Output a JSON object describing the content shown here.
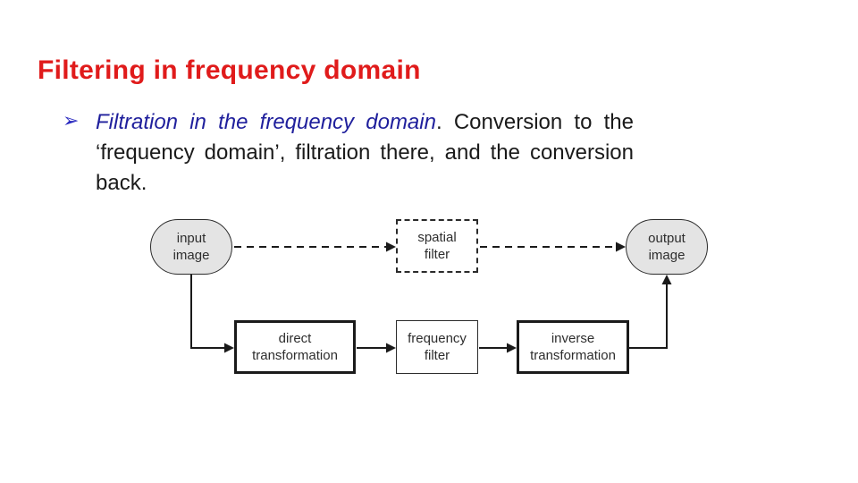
{
  "slide": {
    "title": "Filtering in frequency domain",
    "bullet": {
      "marker": "➢",
      "lead": "Filtration in the frequency domain",
      "rest": ". Conversion to the ‘frequency domain’, filtration there, and the conversion back."
    },
    "diagram": {
      "nodes": [
        {
          "id": "input-image",
          "lines": [
            "input",
            "image"
          ]
        },
        {
          "id": "spatial-filter",
          "lines": [
            "spatial",
            "filter"
          ]
        },
        {
          "id": "output-image",
          "lines": [
            "output",
            "image"
          ]
        },
        {
          "id": "direct-transformation",
          "lines": [
            "direct",
            "transformation"
          ]
        },
        {
          "id": "frequency-filter",
          "lines": [
            "frequency",
            "filter"
          ]
        },
        {
          "id": "inverse-transformation",
          "lines": [
            "inverse",
            "transformation"
          ]
        }
      ]
    },
    "colors": {
      "title": "#e01b1b",
      "bullet_lead": "#1f1f9c",
      "bullet_marker": "#2b2bc0",
      "body_text": "#1a1a1a",
      "node_fill": "#e4e4e4",
      "node_border": "#2b2b2b",
      "connector_line": "#1a1a1a"
    }
  }
}
